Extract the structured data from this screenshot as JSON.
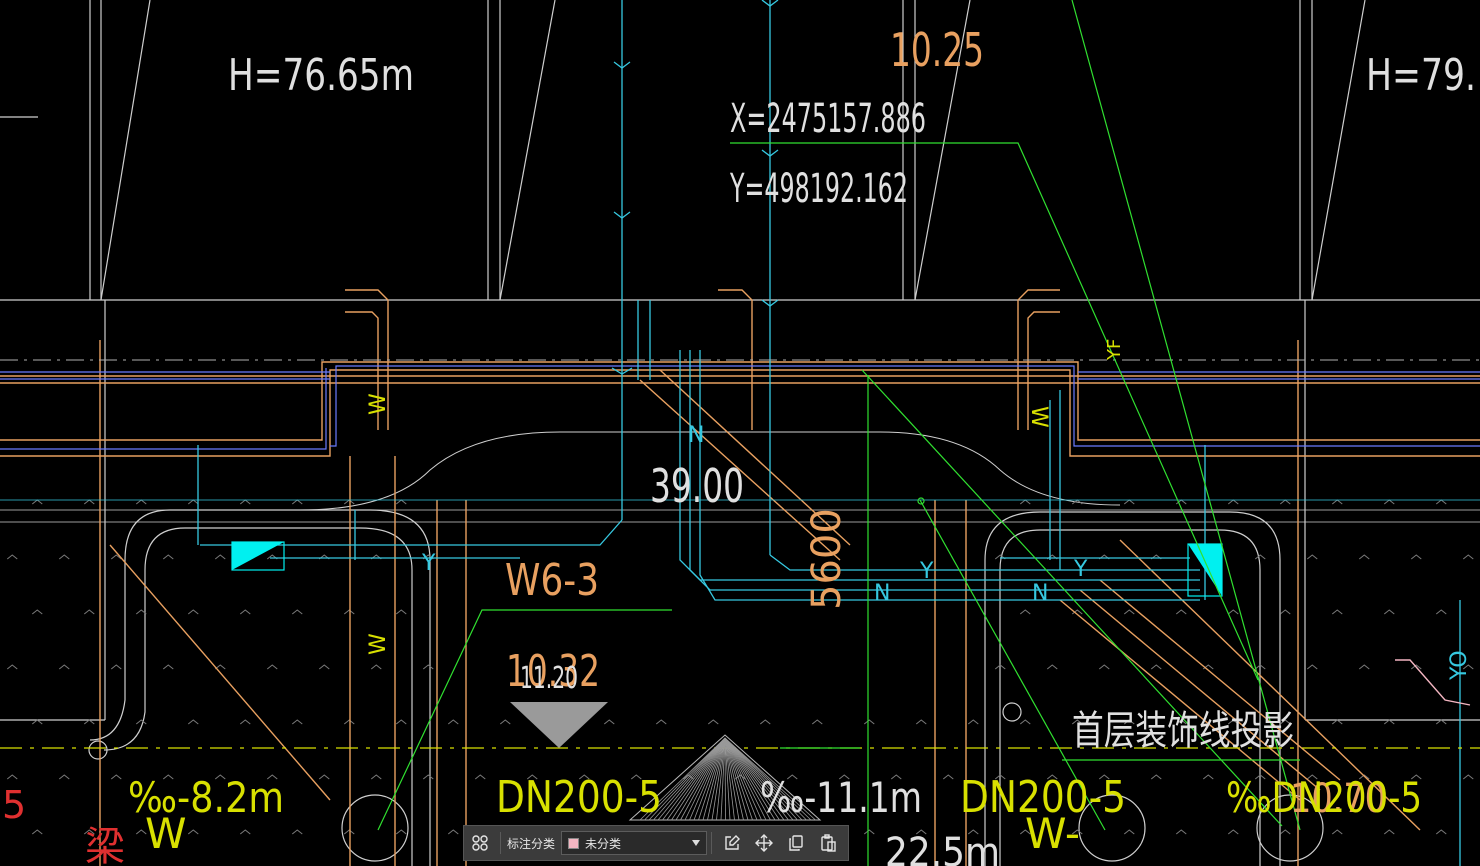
{
  "drawing": {
    "labels": {
      "elev_left": "H=76.65m",
      "elev_right": "H=79.",
      "dim_top": "10.25",
      "coord_x": "X=2475157.886",
      "coord_y": "Y=498192.162",
      "center_dim": "39.00",
      "pipe_tag": "W6-3",
      "spot_elev_a": "10.32",
      "spot_elev_b": "11.20",
      "vertical_dim": "5600",
      "pipe_left": "DN200-5",
      "pipe_right": "DN200-5",
      "slope_left": "‰-8.2m",
      "slope_mid": "‰-11.1m",
      "slope_right": "‰DN200-5",
      "right_overlap": "10.70",
      "left_edge_num": "5",
      "bottom_partial": "22.5m",
      "projection_note": "首层装饰线投影",
      "red_text": "梁",
      "w_marker_left": "W",
      "w_marker_right": "W-",
      "yf_tag": "YF",
      "w_tag": "W",
      "y_tag": "Y",
      "n_tag": "N",
      "yo_tag": "YO"
    }
  },
  "toolbar": {
    "label": "标注分类",
    "select_value": "未分类",
    "select_color": "#f4b6c2",
    "icons": [
      "grid-icon",
      "edit-icon",
      "move-icon",
      "copy-icon",
      "paste-icon"
    ]
  },
  "colors": {
    "background": "#000000",
    "white_line": "#d8d8d8",
    "orange": "#e8a060",
    "cyan": "#36c8e0",
    "blue": "#4a6cff",
    "yellow": "#d8e000",
    "green": "#30e030",
    "gray_text": "#e0e0e0",
    "cyan_fill": "#00f0f0"
  }
}
